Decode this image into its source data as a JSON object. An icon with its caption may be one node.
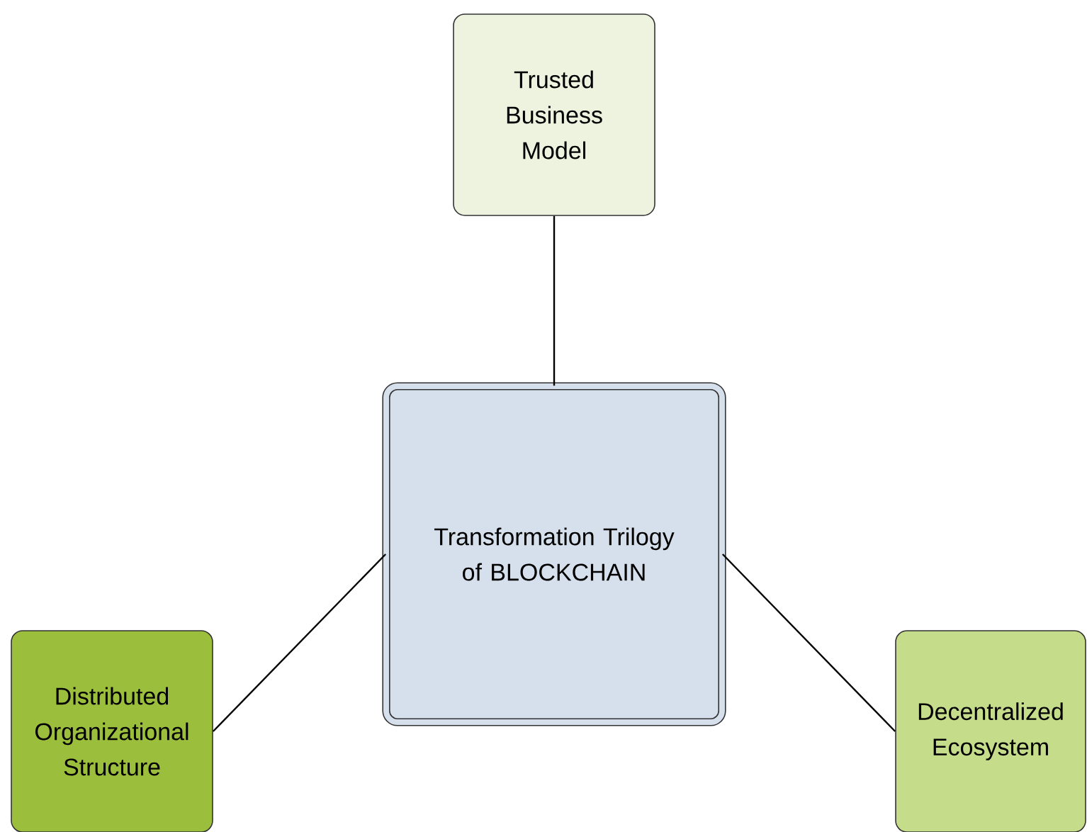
{
  "diagram": {
    "nodes": [
      {
        "text": [
          "Trusted Business Model"
        ]
      },
      {
        "text": [
          "Transformation Trilogy of BLOCKCHAIN"
        ]
      },
      {
        "text": [
          "Distributed Organizational Structure"
        ]
      },
      {
        "text": [
          "Decentralized Ecosystem"
        ]
      }
    ],
    "edges": [
      {
        "from": 1,
        "to": 0,
        "arrow": "none"
      },
      {
        "from": 1,
        "to": 2,
        "arrow": "none"
      },
      {
        "from": 1,
        "to": 3,
        "arrow": "none"
      }
    ]
  }
}
